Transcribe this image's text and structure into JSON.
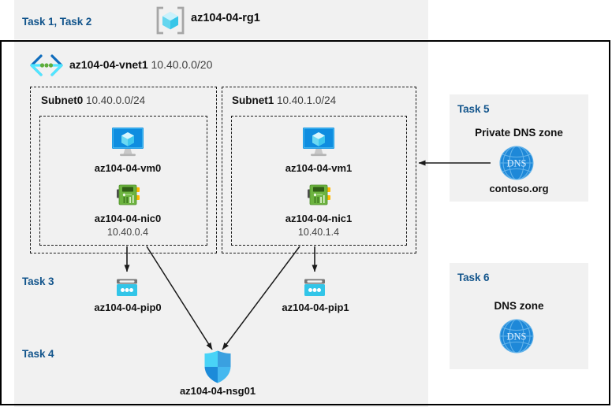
{
  "resource_group": {
    "task_label": "Task 1, Task 2",
    "name": "az104-04-rg1",
    "icon": "resource-group-icon"
  },
  "vnet": {
    "name": "az104-04-vnet1",
    "address_space": "10.40.0.0/20",
    "icon": "virtual-network-icon"
  },
  "subnets": [
    {
      "name": "Subnet0",
      "cidr": "10.40.0.0/24",
      "vm": {
        "name": "az104-04-vm0",
        "icon": "virtual-machine-icon"
      },
      "nic": {
        "name": "az104-04-nic0",
        "ip": "10.40.0.4",
        "icon": "network-interface-icon"
      }
    },
    {
      "name": "Subnet1",
      "cidr": "10.40.1.0/24",
      "vm": {
        "name": "az104-04-vm1",
        "icon": "virtual-machine-icon"
      },
      "nic": {
        "name": "az104-04-nic1",
        "ip": "10.40.1.4",
        "icon": "network-interface-icon"
      }
    }
  ],
  "public_ips": {
    "task_label": "Task 3",
    "items": [
      {
        "name": "az104-04-pip0",
        "icon": "public-ip-address-icon"
      },
      {
        "name": "az104-04-pip1",
        "icon": "public-ip-address-icon"
      }
    ]
  },
  "nsg": {
    "task_label": "Task 4",
    "name": "az104-04-nsg01",
    "icon": "network-security-group-icon"
  },
  "private_dns": {
    "task_label": "Task 5",
    "heading": "Private DNS zone",
    "zone_name": "contoso.org",
    "icon": "dns-zone-icon",
    "icon_text": "DNS"
  },
  "public_dns": {
    "task_label": "Task 6",
    "heading": "DNS zone",
    "icon": "dns-zone-icon",
    "icon_text": "DNS"
  },
  "colors": {
    "task_label": "#13558c",
    "panel_bg": "#f1f1f1",
    "page_bg": "#ffffff",
    "border": "#000000",
    "vm_blue": "#0078d4",
    "nic_green": "#5fae3c",
    "nic_yellow": "#ffb900",
    "pip_cyan": "#32c5e8",
    "nsg_blue": "#3bc3f2",
    "dns_blue": "#1e88d8",
    "rg_cube_cyan": "#5fd8f5",
    "connector_line": "#1a1a1a"
  }
}
